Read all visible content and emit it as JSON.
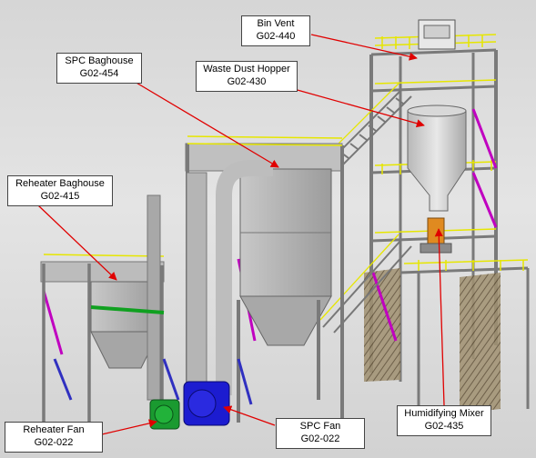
{
  "callouts": {
    "bin_vent": {
      "name": "Bin Vent",
      "code": "G02-440"
    },
    "spc_baghouse": {
      "name": "SPC Baghouse",
      "code": "G02-454"
    },
    "waste_dust_hopper": {
      "name": "Waste Dust Hopper",
      "code": "G02-430"
    },
    "reheater_baghouse": {
      "name": "Reheater Baghouse",
      "code": "G02-415"
    },
    "humidifying_mixer": {
      "name": "Humidifying Mixer",
      "code": "G02-435"
    },
    "reheater_fan": {
      "name": "Reheater Fan",
      "code": "G02-022"
    },
    "spc_fan": {
      "name": "SPC Fan",
      "code": "G02-022"
    }
  },
  "colors": {
    "leader_line": "#e00000",
    "steel": "#8c8c8c",
    "railing": "#e6e600",
    "bracing_magenta": "#c000c0",
    "bracing_blue": "#3030c0",
    "duct_green": "#10a020",
    "spc_fan_blue": "#1c1cd0",
    "reheater_fan_green": "#1a9a30",
    "mixer_orange": "#e08a20"
  }
}
